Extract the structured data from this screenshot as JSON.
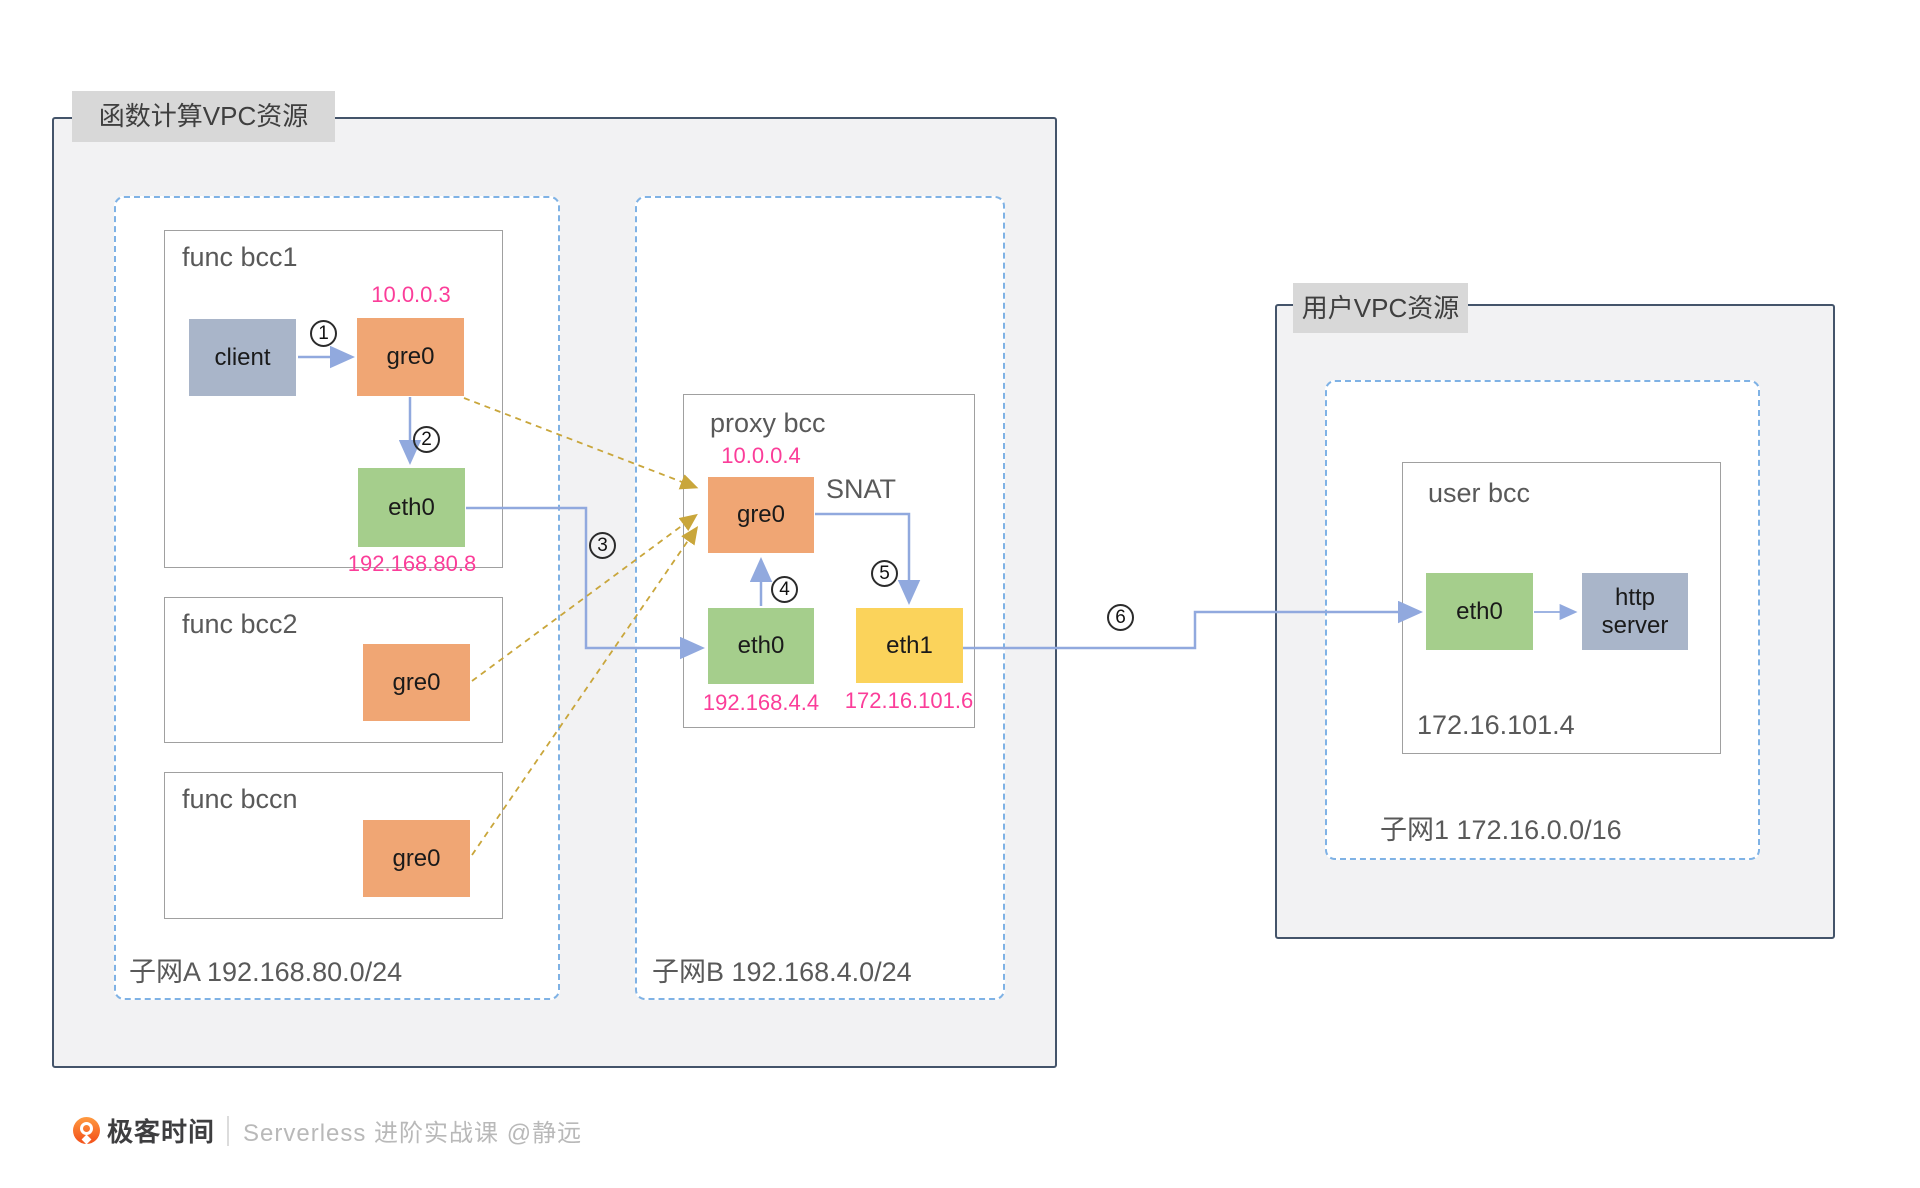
{
  "function_vpc": {
    "title": "函数计算VPC资源",
    "subnet_a": {
      "label": "子网A 192.168.80.0/24",
      "bcc1": {
        "title": "func bcc1",
        "client_label": "client",
        "gre0_label": "gre0",
        "gre0_ip": "10.0.0.3",
        "eth0_label": "eth0",
        "eth0_ip": "192.168.80.8"
      },
      "bcc2": {
        "title": "func bcc2",
        "gre0_label": "gre0"
      },
      "bccn": {
        "title": "func bccn",
        "gre0_label": "gre0"
      }
    },
    "subnet_b": {
      "label": "子网B 192.168.4.0/24",
      "proxy": {
        "title": "proxy bcc",
        "gre0_label": "gre0",
        "gre0_ip": "10.0.0.4",
        "snat_label": "SNAT",
        "eth0_label": "eth0",
        "eth0_ip": "192.168.4.4",
        "eth1_label": "eth1",
        "eth1_ip": "172.16.101.6"
      }
    }
  },
  "user_vpc": {
    "title": "用户VPC资源",
    "subnet1": {
      "label": "子网1 172.16.0.0/16",
      "user_bcc": {
        "title": "user bcc",
        "eth0_label": "eth0",
        "http_label": "http server",
        "ip": "172.16.101.4"
      }
    }
  },
  "steps": [
    "1",
    "2",
    "3",
    "4",
    "5",
    "6"
  ],
  "footer": {
    "brand": "极客时间",
    "course": "Serverless 进阶实战课 @静远"
  },
  "colors": {
    "gre_orange": "#F0A674",
    "eth_green": "#A5CE8C",
    "eth1_yellow": "#FBD35B",
    "client_steel": "#A9B5C9",
    "ip_pink": "#FB3D99",
    "line_blue": "#91A9DE",
    "tunnel_olive": "#C9A63B",
    "subnet_dash_blue": "#7FB2E5",
    "vpc_border": "#44546A",
    "vpc_fill": "#F2F2F3"
  }
}
